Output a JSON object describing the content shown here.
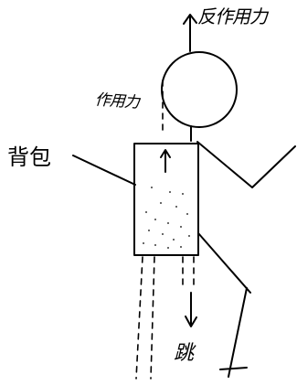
{
  "labels": {
    "reaction_force": "反作用力",
    "action_force": "作用力",
    "backpack": "背包",
    "jump": "跳"
  }
}
